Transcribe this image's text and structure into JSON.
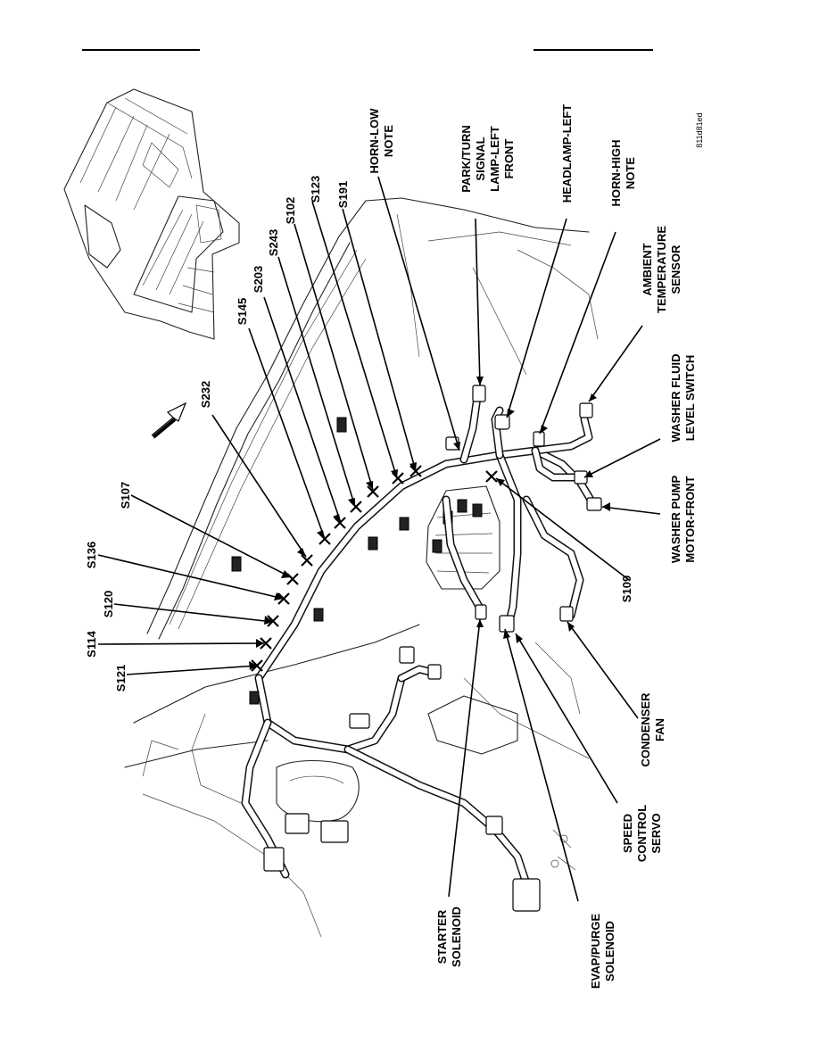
{
  "figure_id": "811d81ed",
  "labels": {
    "s121": "S121",
    "s114": "S114",
    "s120": "S120",
    "s136": "S136",
    "s107": "S107",
    "s232": "S232",
    "s145": "S145",
    "s203": "S203",
    "s243": "S243",
    "s102": "S102",
    "s123": "S123",
    "s191": "S191",
    "s109": "S109",
    "horn_low": [
      "HORN-LOW",
      "NOTE"
    ],
    "park_turn": [
      "PARK/TURN",
      "SIGNAL",
      "LAMP-LEFT",
      "FRONT"
    ],
    "headlamp_left": [
      "HEADLAMP-LEFT"
    ],
    "horn_high": [
      "HORN-HIGH",
      "NOTE"
    ],
    "ambient_temp": [
      "AMBIENT",
      "TEMPERATURE",
      "SENSOR"
    ],
    "washer_fluid": [
      "WASHER FLUID",
      "LEVEL SWITCH"
    ],
    "washer_pump": [
      "WASHER PUMP",
      "MOTOR-FRONT"
    ],
    "condenser_fan": [
      "CONDENSER",
      "FAN"
    ],
    "speed_control": [
      "SPEED",
      "CONTROL",
      "SERVO"
    ],
    "evap_purge": [
      "EVAP/PURGE",
      "SOLENOID"
    ],
    "starter_solenoid": [
      "STARTER",
      "SOLENOID"
    ]
  }
}
